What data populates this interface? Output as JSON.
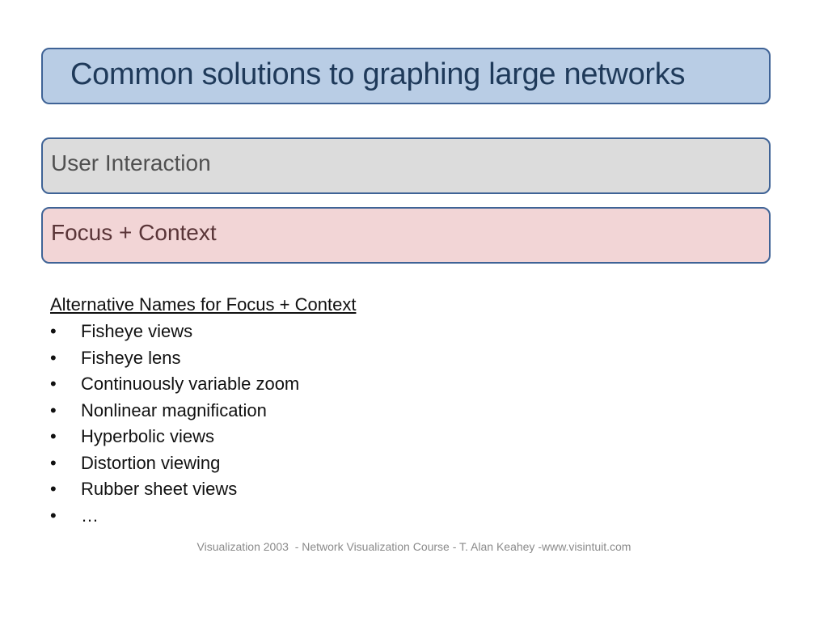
{
  "title": "Common solutions to graphing large networks",
  "boxes": {
    "user_interaction": "User Interaction",
    "focus_context": "Focus + Context"
  },
  "alt_names": {
    "heading": "Alternative Names for Focus + Context",
    "bullet": "•",
    "items": [
      "Fisheye views",
      "Fisheye lens",
      "Continuously variable zoom",
      "Nonlinear magnification",
      "Hyperbolic views",
      "Distortion viewing",
      "Rubber sheet views",
      "…"
    ]
  },
  "footer": "Visualization 2003  - Network Visualization Course - T. Alan Keahey -www.visintuit.com",
  "colors": {
    "title_box": "#b9cde5",
    "user_interaction_box": "#dcdcdc",
    "focus_context_box": "#f2d5d6",
    "box_border": "#3f6396"
  }
}
